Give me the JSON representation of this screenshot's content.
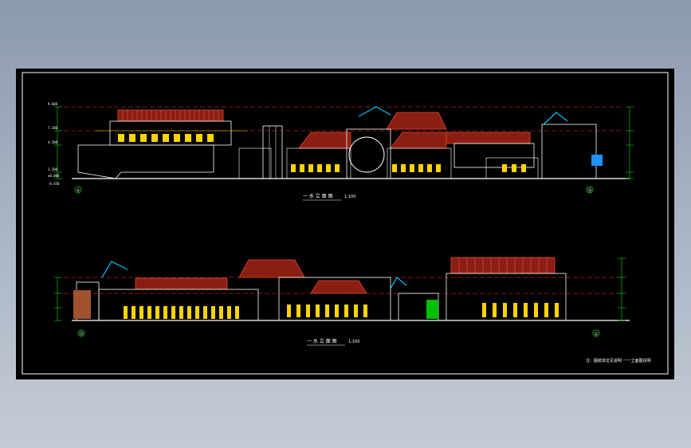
{
  "drawing": {
    "colors": {
      "background": "#000000",
      "frame": "#ffffff",
      "roof": "#c0392b",
      "wall": "#ffffff",
      "window": "#ffd400",
      "dimension": "#00e000",
      "datum_line": "#ff3030",
      "accent_cyan": "#00c8ff",
      "accent_blue": "#1e90ff",
      "door_brown": "#a0522d",
      "door_green": "#00c000"
    },
    "upper_elevation": {
      "title": "一 水 立 面 图",
      "scale": "1:100",
      "grid_left": "①",
      "grid_right": "⑬"
    },
    "lower_elevation": {
      "title": "一 水 立 面 图",
      "scale": "1:100",
      "grid_left": "⑬",
      "grid_right": "①"
    },
    "sheet_note": "注：图纸单位见说明 一一立面图说明",
    "levels": [
      "9.600",
      "7.200",
      "4.500",
      "3.300",
      "±0.000",
      "-0.450"
    ]
  }
}
